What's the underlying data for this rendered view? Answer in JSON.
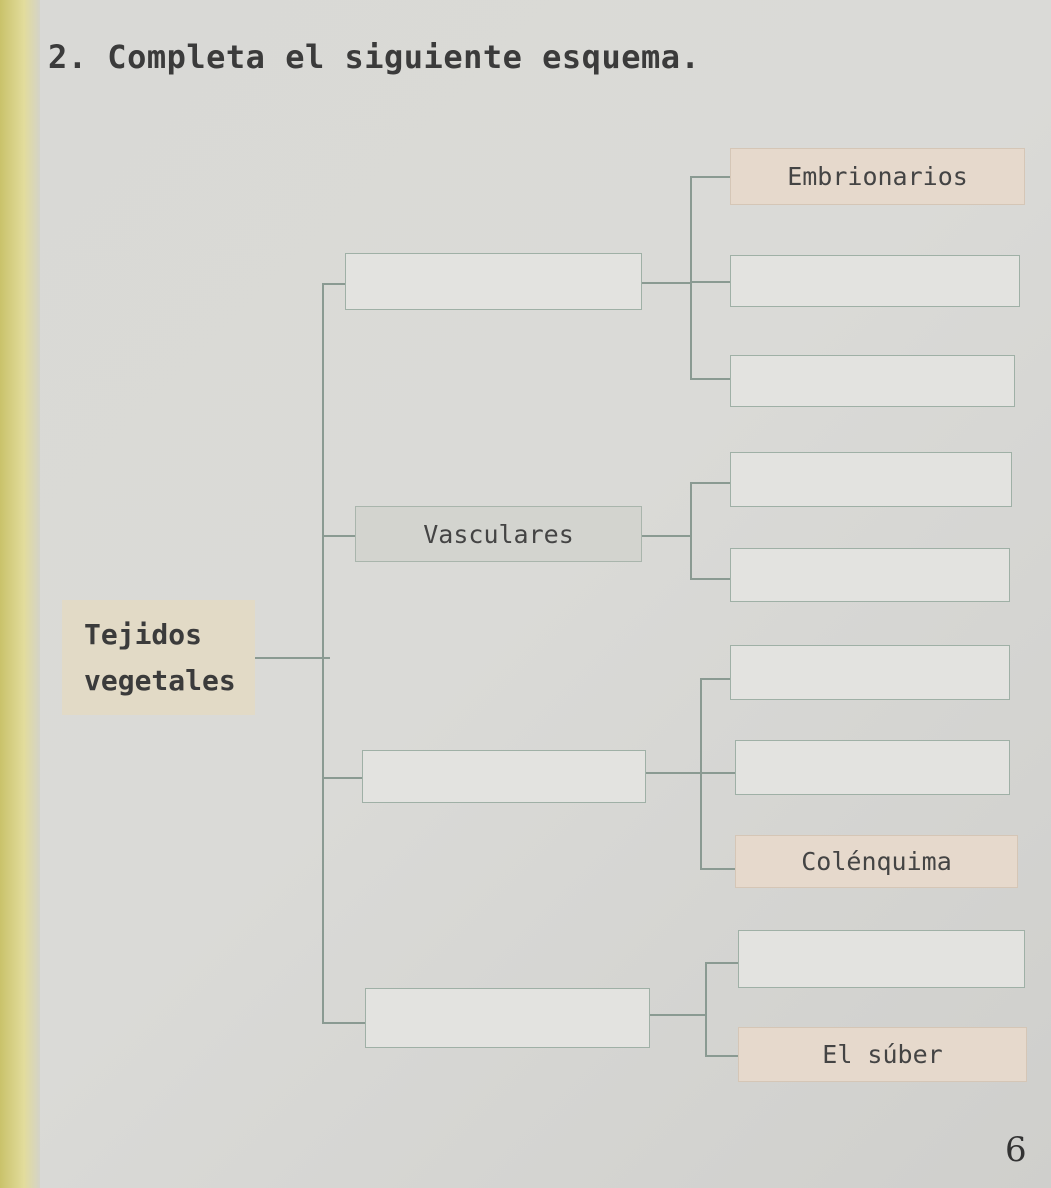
{
  "title": "2. Completa el siguiente esquema.",
  "root": {
    "line1": "Tejidos",
    "line2": "vegetales"
  },
  "level2": [
    "",
    "Vasculares",
    "",
    ""
  ],
  "level3": [
    "Embrionarios",
    "",
    "",
    "",
    "",
    "",
    "",
    "Colénquima",
    "",
    "El súber"
  ],
  "page_number": "6"
}
